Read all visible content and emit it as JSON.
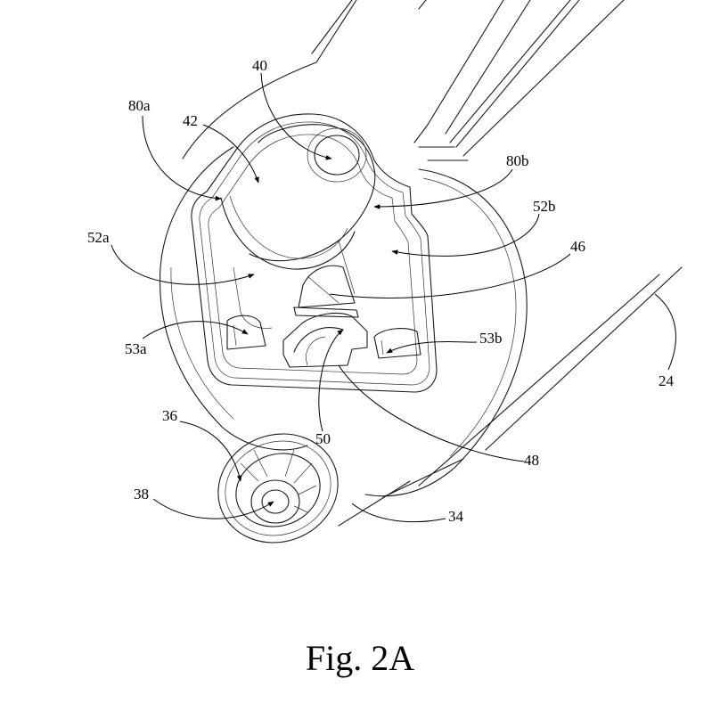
{
  "figure": {
    "caption": "Fig. 2A",
    "labels": {
      "r40": "40",
      "r42": "42",
      "r80a": "80a",
      "r80b": "80b",
      "r52a": "52a",
      "r52b": "52b",
      "r46": "46",
      "r53a": "53a",
      "r53b": "53b",
      "r24": "24",
      "r36": "36",
      "r38": "38",
      "r50": "50",
      "r48": "48",
      "r34": "34"
    }
  }
}
